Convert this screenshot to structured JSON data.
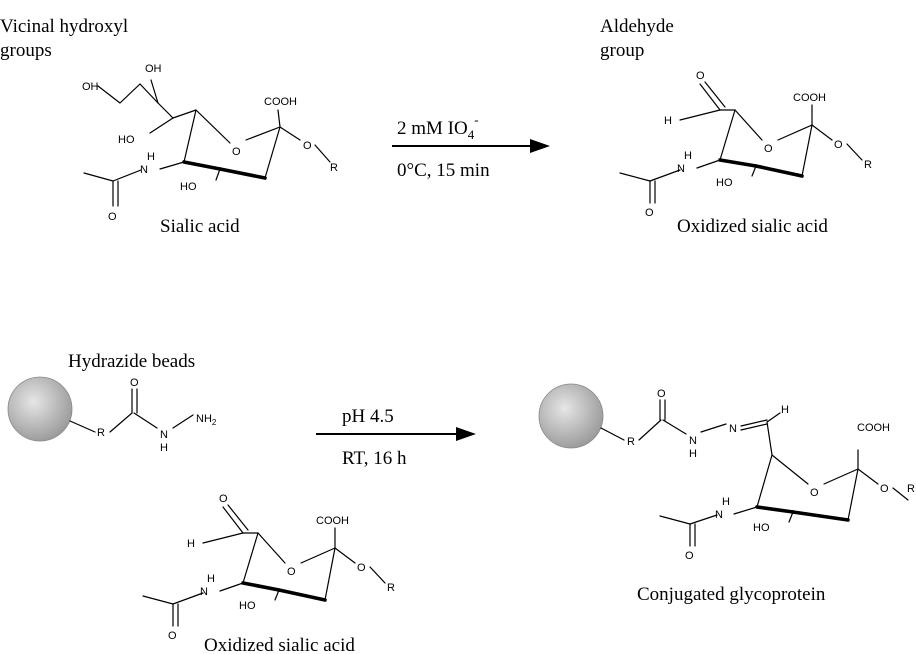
{
  "labels": {
    "vicinal_line1": "Vicinal hydroxyl",
    "vicinal_line2": "groups",
    "aldehyde_line1": "Aldehyde",
    "aldehyde_line2": "group",
    "sialic_acid": "Sialic acid",
    "oxidized_top": "Oxidized sialic acid",
    "hydrazide_beads": "Hydrazide beads",
    "oxidized_bottom": "Oxidized sialic acid",
    "conjugated": "Conjugated glycoprotein"
  },
  "reaction1": {
    "reagent_main": "2 mM IO",
    "reagent_sub": "4",
    "reagent_sup": "-",
    "conditions": "0°C, 15 min"
  },
  "reaction2": {
    "condition1": "pH 4.5",
    "condition2": "RT, 16 h"
  },
  "atoms": {
    "oh": "OH",
    "ho": "HO",
    "cooh": "COOH",
    "o": "O",
    "r": "R",
    "h": "H",
    "nh": "H",
    "n_letter": "N",
    "nh2": "NH",
    "nh2_sub": "2"
  },
  "colors": {
    "bead_light": "#e6e6e6",
    "bead_dark": "#9a9a9a",
    "ink": "#000000"
  }
}
